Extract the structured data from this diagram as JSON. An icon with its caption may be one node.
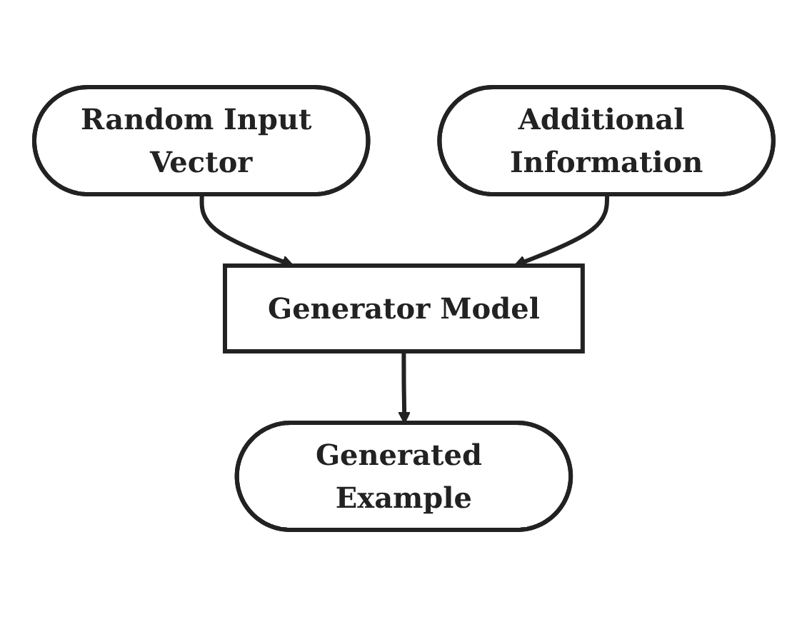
{
  "diagram": {
    "nodes": [
      {
        "text": [
          "Random Input Vector"
        ]
      },
      {
        "text": [
          "Additional Information"
        ]
      },
      {
        "text": [
          "Generator Model"
        ]
      },
      {
        "text": [
          "Generated Example"
        ]
      }
    ],
    "edges": [
      {
        "from": 0,
        "to": 2,
        "arrow": "to"
      },
      {
        "from": 1,
        "to": 2,
        "arrow": "to"
      },
      {
        "from": 2,
        "to": 3,
        "arrow": "to"
      }
    ]
  }
}
